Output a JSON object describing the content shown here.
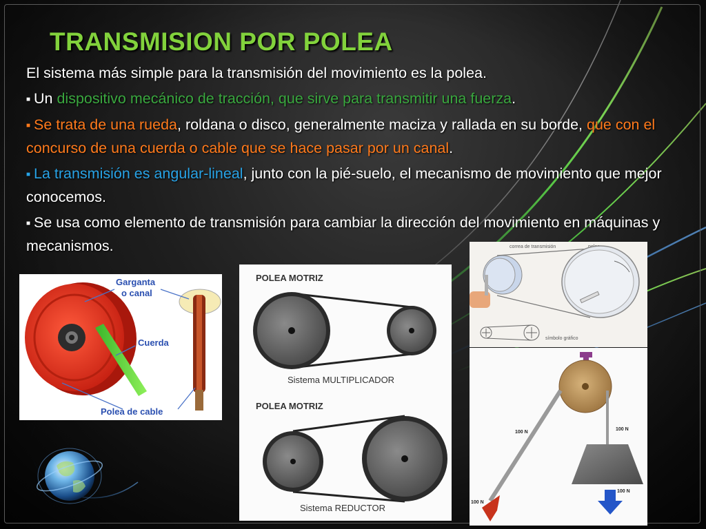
{
  "slide": {
    "title": "TRANSMISION POR POLEA",
    "intro": "El sistema más simple para la transmisión del movimiento es la polea.",
    "bullets": [
      {
        "bullet_color": "#ffffff",
        "segments": [
          {
            "text": "Un ",
            "color": "white"
          },
          {
            "text": "dispositivo mecánico de tracción, que sirve para transmitir una fuerza",
            "color": "green"
          },
          {
            "text": ".",
            "color": "white"
          }
        ]
      },
      {
        "bullet_color": "#ff7a1c",
        "segments": [
          {
            "text": "Se trata de una rueda",
            "color": "orange"
          },
          {
            "text": ", roldana o disco, generalmente maciza y rallada en su borde, ",
            "color": "white"
          },
          {
            "text": "que con el concurso de una cuerda o cable que se hace pasar por un canal",
            "color": "orange"
          },
          {
            "text": ".",
            "color": "white"
          }
        ]
      },
      {
        "bullet_color": "#28a3e6",
        "segments": [
          {
            "text": "La transmisión es angular-lineal",
            "color": "blue"
          },
          {
            "text": ", junto con la pié-suelo, el mecanismo de movimiento que mejor conocemos.",
            "color": "white"
          }
        ]
      },
      {
        "bullet_color": "#ffffff",
        "segments": [
          {
            "text": "Se usa como elemento de transmisión para cambiar la dirección del movimiento en máquinas y mecanismos.",
            "color": "white"
          }
        ]
      }
    ]
  },
  "figures": {
    "cable_pulley": {
      "label_groove": "Garganta\no canal",
      "label_rope": "Cuerda",
      "label_pulley": "Polea de cable"
    },
    "belt_systems": {
      "top_heading": "POLEA MOTRIZ",
      "top_caption": "Sistema MULTIPLICADOR",
      "bottom_heading": "POLEA MOTRIZ",
      "bottom_caption": "Sistema REDUCTOR"
    },
    "belt_sketch": {
      "label_belt": "correa de transmisión",
      "label_pulley": "polea",
      "label_symbol": "símbolo gráfico"
    },
    "fixed_pulley": {
      "force_pull": "100 N",
      "force_rope": "100 N",
      "force_weight": "100 N",
      "force_bottom": "100 N"
    }
  },
  "colors": {
    "title": "#82d23c",
    "highlight_green": "#3aa83f",
    "highlight_orange": "#ff7a1c",
    "highlight_blue": "#28a3e6",
    "pulley_red": "#e8321e",
    "rope_green": "#6ad63a",
    "pulley_gray": "#5e5e5e",
    "arrow_red": "#c8331c",
    "arrow_blue": "#2456c8"
  },
  "icons": [
    "globe-icon"
  ]
}
